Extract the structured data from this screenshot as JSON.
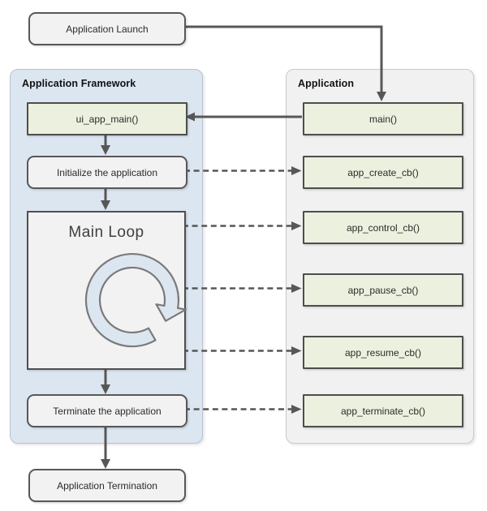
{
  "launch": {
    "label": "Application Launch"
  },
  "termination": {
    "label": "Application Termination"
  },
  "framework": {
    "title": "Application Framework",
    "ui_app_main": "ui_app_main()",
    "initialize": "Initialize the application",
    "main_loop": "Main Loop",
    "terminate": "Terminate the application"
  },
  "application": {
    "title": "Application",
    "main": "main()",
    "create": "app_create_cb()",
    "control": "app_control_cb()",
    "pause": "app_pause_cb()",
    "resume": "app_resume_cb()",
    "terminate": "app_terminate_cb()"
  },
  "icons": {
    "loop": "clockwise-loop-refresh-icon"
  },
  "colors": {
    "framework_panel_fill": "#dce6f1",
    "application_panel_fill": "#f1f1f1",
    "process_box_fill": "#f2f2f2",
    "callback_box_fill": "#ebf1de",
    "box_border": "#4e4e4e",
    "arrow": "#575757",
    "loop_icon_fill": "#dce6f1",
    "loop_icon_stroke": "#7a7a7a"
  }
}
